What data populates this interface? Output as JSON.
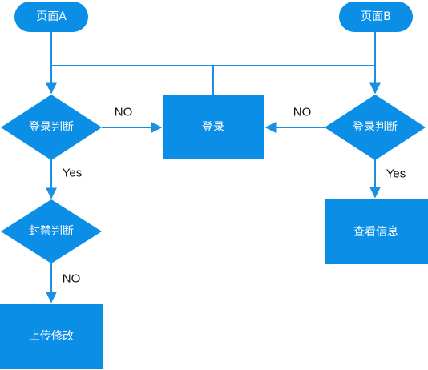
{
  "colors": {
    "node_fill": "#0b8ee6",
    "edge": "#1a8fe3",
    "node_text": "#ffffff",
    "edge_text": "#111111"
  },
  "nodes": {
    "page_a": {
      "label": "页面A"
    },
    "page_b": {
      "label": "页面B"
    },
    "login_check_left": {
      "label": "登录判断"
    },
    "login": {
      "label": "登录"
    },
    "login_check_right": {
      "label": "登录判断"
    },
    "ban_check": {
      "label": "封禁判断"
    },
    "view_info": {
      "label": "查看信息"
    },
    "upload_edit": {
      "label": "上传修改"
    }
  },
  "edge_labels": {
    "left_no": "NO",
    "right_no": "NO",
    "left_yes": "Yes",
    "right_yes": "Yes",
    "ban_no": "NO"
  }
}
